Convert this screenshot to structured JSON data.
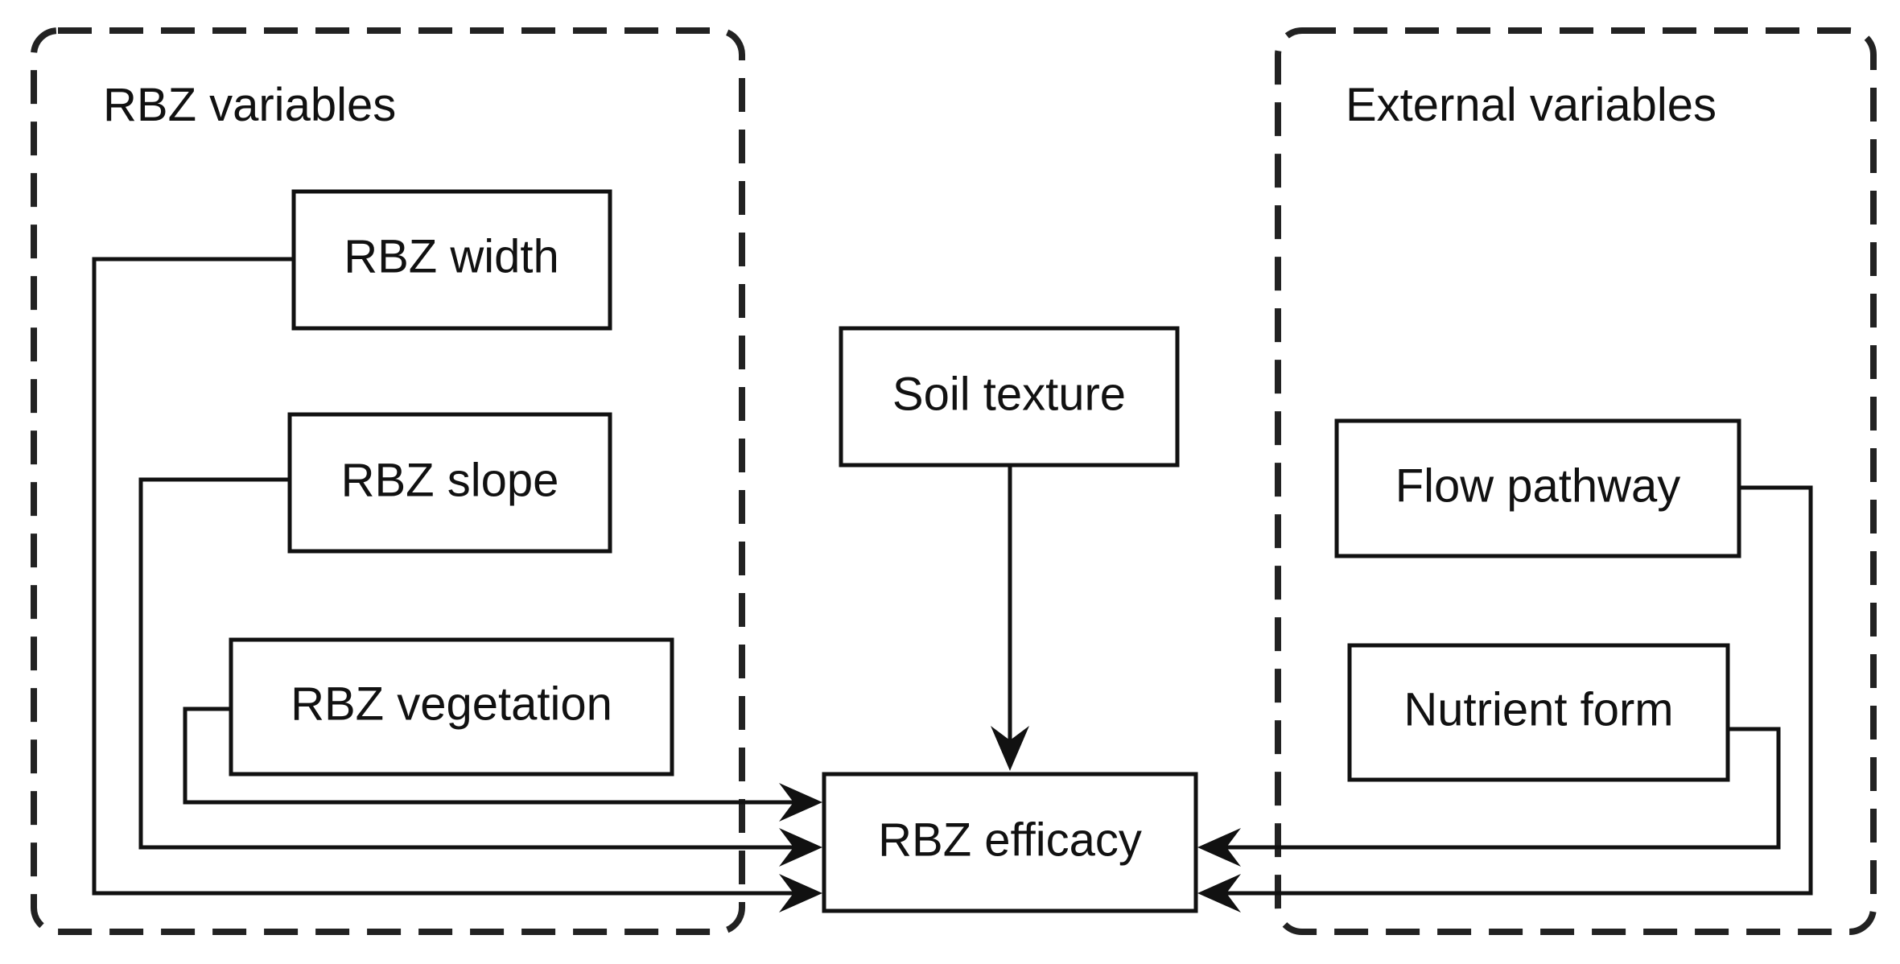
{
  "groups": {
    "rbz": {
      "title": "RBZ variables"
    },
    "external": {
      "title": "External variables"
    }
  },
  "nodes": {
    "rbz_width": "RBZ width",
    "rbz_slope": "RBZ slope",
    "rbz_vegetation": "RBZ vegetation",
    "soil_texture": "Soil texture",
    "rbz_efficacy": "RBZ efficacy",
    "flow_pathway": "Flow pathway",
    "nutrient_form": "Nutrient form"
  },
  "edges": [
    {
      "from": "RBZ width",
      "to": "RBZ efficacy"
    },
    {
      "from": "RBZ slope",
      "to": "RBZ efficacy"
    },
    {
      "from": "RBZ vegetation",
      "to": "RBZ efficacy"
    },
    {
      "from": "Soil texture",
      "to": "RBZ efficacy"
    },
    {
      "from": "Flow pathway",
      "to": "RBZ efficacy"
    },
    {
      "from": "Nutrient form",
      "to": "RBZ efficacy"
    }
  ]
}
